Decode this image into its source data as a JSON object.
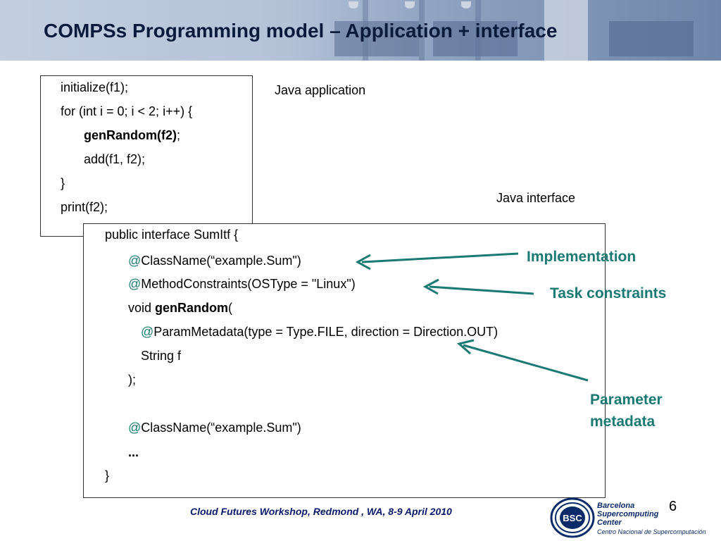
{
  "title": "COMPSs Programming model – Application + interface",
  "app_box": {
    "label": "Java application",
    "lines": [
      "initialize(f1);",
      "for (int i = 0; i < 2; i++) {",
      "genRandom(f2)",
      ";",
      "add(f1, f2);",
      "}",
      "print(f2);"
    ]
  },
  "itf_box": {
    "label": "Java interface",
    "l1": "public interface SumItf {",
    "at": "@",
    "l2": "ClassName(“example.Sum\")",
    "l3": "MethodConstraints(OSType = \"Linux\")",
    "l4a": "void ",
    "l4b": "genRandom",
    "l4c": "(",
    "l5": "ParamMetadata(type = Type.FILE, direction = Direction.OUT)",
    "l6": "String f",
    "l7": ");",
    "l8": "ClassName(“example.Sum\")",
    "l9": "...",
    "l10": "}"
  },
  "callouts": {
    "implementation": "Implementation",
    "task_constraints": "Task constraints",
    "param_1": "Parameter",
    "param_2": "metadata"
  },
  "footer": "Cloud Futures Workshop, Redmond , WA, 8-9 April 2010",
  "page_number": "6",
  "logo": {
    "badge": "BSC",
    "line1": "Barcelona",
    "line2": "Supercomputing",
    "line3": "Center",
    "sub": "Centro Nacional de Supercomputación"
  },
  "colors": {
    "accent": "#1a7a73",
    "title": "#0a1a3a",
    "footer": "#0a1a6a"
  }
}
